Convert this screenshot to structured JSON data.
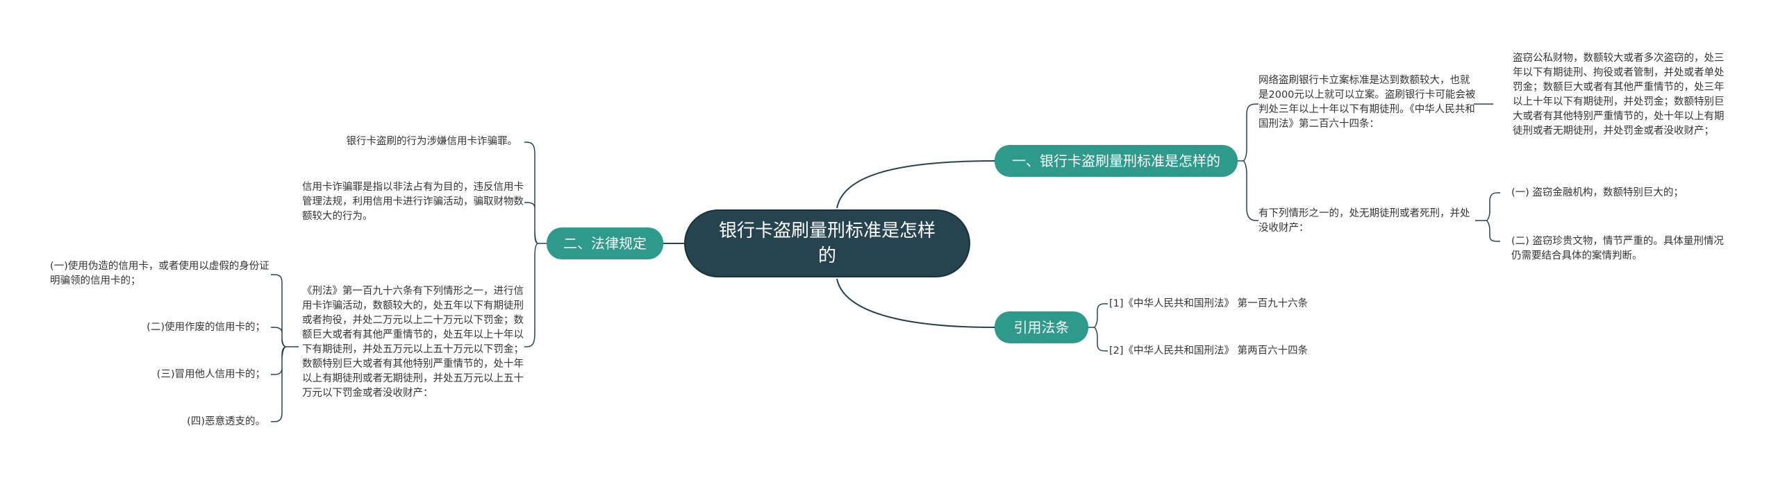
{
  "root": {
    "label": "银行卡盗刷量刑标准是怎样的"
  },
  "right_branches": [
    {
      "label": "一、银行卡盗刷量刑标准是怎样的",
      "children": [
        {
          "text": "网络盗刷银行卡立案标准是达到数额较大，也就是2000元以上就可以立案。盗刷银行卡可能会被判处三年以上十年以下有期徒刑。《中华人民共和国刑法》第二百六十四条：",
          "children": [
            "盗窃公私财物，数额较大或者多次盗窃的，处三年以下有期徒刑、拘役或者管制，并处或者单处罚金；数额巨大或者有其他严重情节的，处三年以上十年以下有期徒刑，并处罚金；数额特别巨大或者有其他特别严重情节的，处十年以上有期徒刑或者无期徒刑，并处罚金或者没收财产；"
          ]
        },
        {
          "text": "有下列情形之一的，处无期徒刑或者死刑，并处没收财产：",
          "children": [
            "(一) 盗窃金融机构，数额特别巨大的；",
            "(二) 盗窃珍贵文物，情节严重的。具体量刑情况仍需要结合具体的案情判断。"
          ]
        }
      ]
    },
    {
      "label": "引用法条",
      "children": [
        {
          "text": "[1]《中华人民共和国刑法》 第一百九十六条",
          "children": []
        },
        {
          "text": "[2]《中华人民共和国刑法》 第两百六十四条",
          "children": []
        }
      ]
    }
  ],
  "left_branches": [
    {
      "label": "二、法律规定",
      "children": [
        {
          "text": "银行卡盗刷的行为涉嫌信用卡诈骗罪。",
          "children": []
        },
        {
          "text": "信用卡诈骗罪是指以非法占有为目的，违反信用卡管理法规，利用信用卡进行诈骗活动，骗取财物数额较大的行为。",
          "children": []
        },
        {
          "text": "《刑法》第一百九十六条有下列情形之一，进行信用卡诈骗活动，数额较大的，处五年以下有期徒刑或者拘役，并处二万元以上二十万元以下罚金；数额巨大或者有其他严重情节的，处五年以上十年以下有期徒刑，并处五万元以上五十万元以下罚金；数额特别巨大或者有其他特别严重情节的，处十年以上有期徒刑或者无期徒刑，并处五万元以上五十万元以下罚金或者没收财产：",
          "children": [
            "(一)使用伪造的信用卡，或者使用以虚假的身份证明骗领的信用卡的；",
            "(二)使用作废的信用卡的；",
            "(三)冒用他人信用卡的；",
            "(四)恶意透支的。"
          ]
        }
      ]
    }
  ],
  "colors": {
    "root": "#25444f",
    "branch": "#2e9a8c",
    "edge": "#25444f"
  }
}
